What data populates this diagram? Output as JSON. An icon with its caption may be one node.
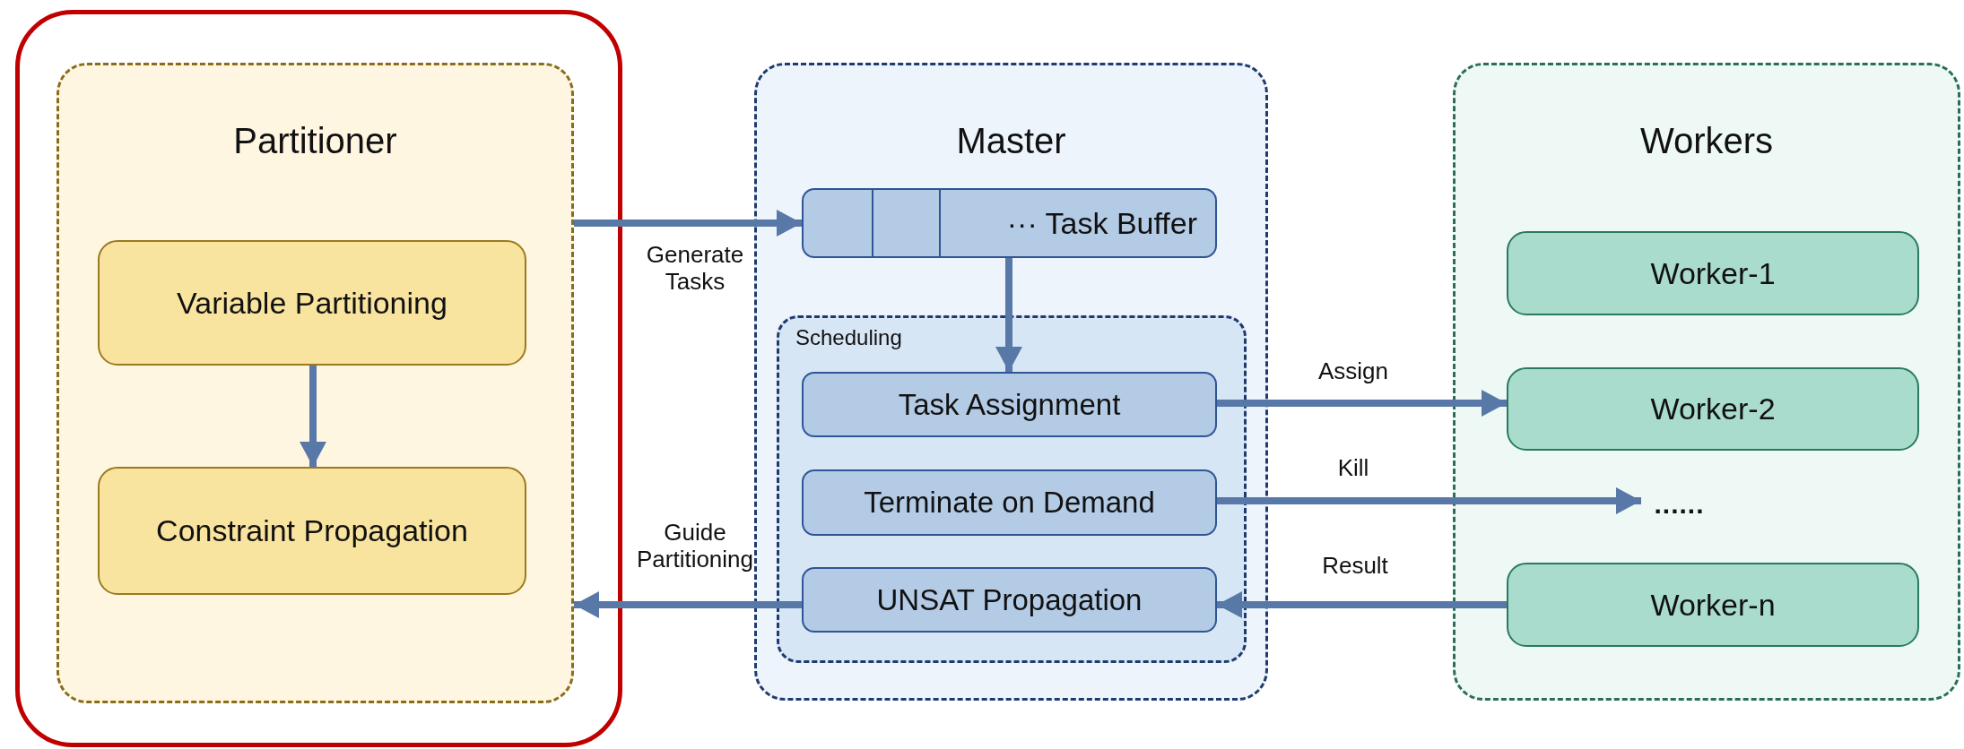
{
  "diagram": {
    "nodes": [
      {
        "text": [
          "Partitioner"
        ]
      },
      {
        "text": [
          "Variable Partitioning"
        ],
        "in": 0
      },
      {
        "text": [
          "Constraint Propagation"
        ],
        "in": 0
      },
      {
        "text": [
          "Master"
        ]
      },
      {
        "text": [
          "··· Task Buffer"
        ],
        "in": 3
      },
      {
        "text": [
          "Scheduling"
        ],
        "in": 3
      },
      {
        "text": [
          "Task Assignment"
        ],
        "in": 5
      },
      {
        "text": [
          "Terminate on Demand"
        ],
        "in": 5
      },
      {
        "text": [
          "UNSAT Propagation"
        ],
        "in": 5
      },
      {
        "text": [
          "Workers"
        ]
      },
      {
        "text": [
          "Worker-1"
        ],
        "in": 9
      },
      {
        "text": [
          "Worker-2"
        ],
        "in": 9
      },
      {
        "text": [
          "......"
        ],
        "in": 9
      },
      {
        "text": [
          "Worker-n"
        ],
        "in": 9
      }
    ],
    "edges": [
      {
        "from": 0,
        "to": 4,
        "arrow": "to",
        "label": "Generate Tasks"
      },
      {
        "from": 1,
        "to": 2,
        "arrow": "to"
      },
      {
        "from": 4,
        "to": 6,
        "arrow": "to"
      },
      {
        "from": 6,
        "to": 11,
        "arrow": "to",
        "label": "Assign"
      },
      {
        "from": 7,
        "to": 12,
        "arrow": "to",
        "label": "Kill"
      },
      {
        "from": 13,
        "to": 8,
        "arrow": "to",
        "label": "Result"
      },
      {
        "from": 8,
        "to": 0,
        "arrow": "to",
        "label": "Guide Partitioning"
      }
    ]
  }
}
